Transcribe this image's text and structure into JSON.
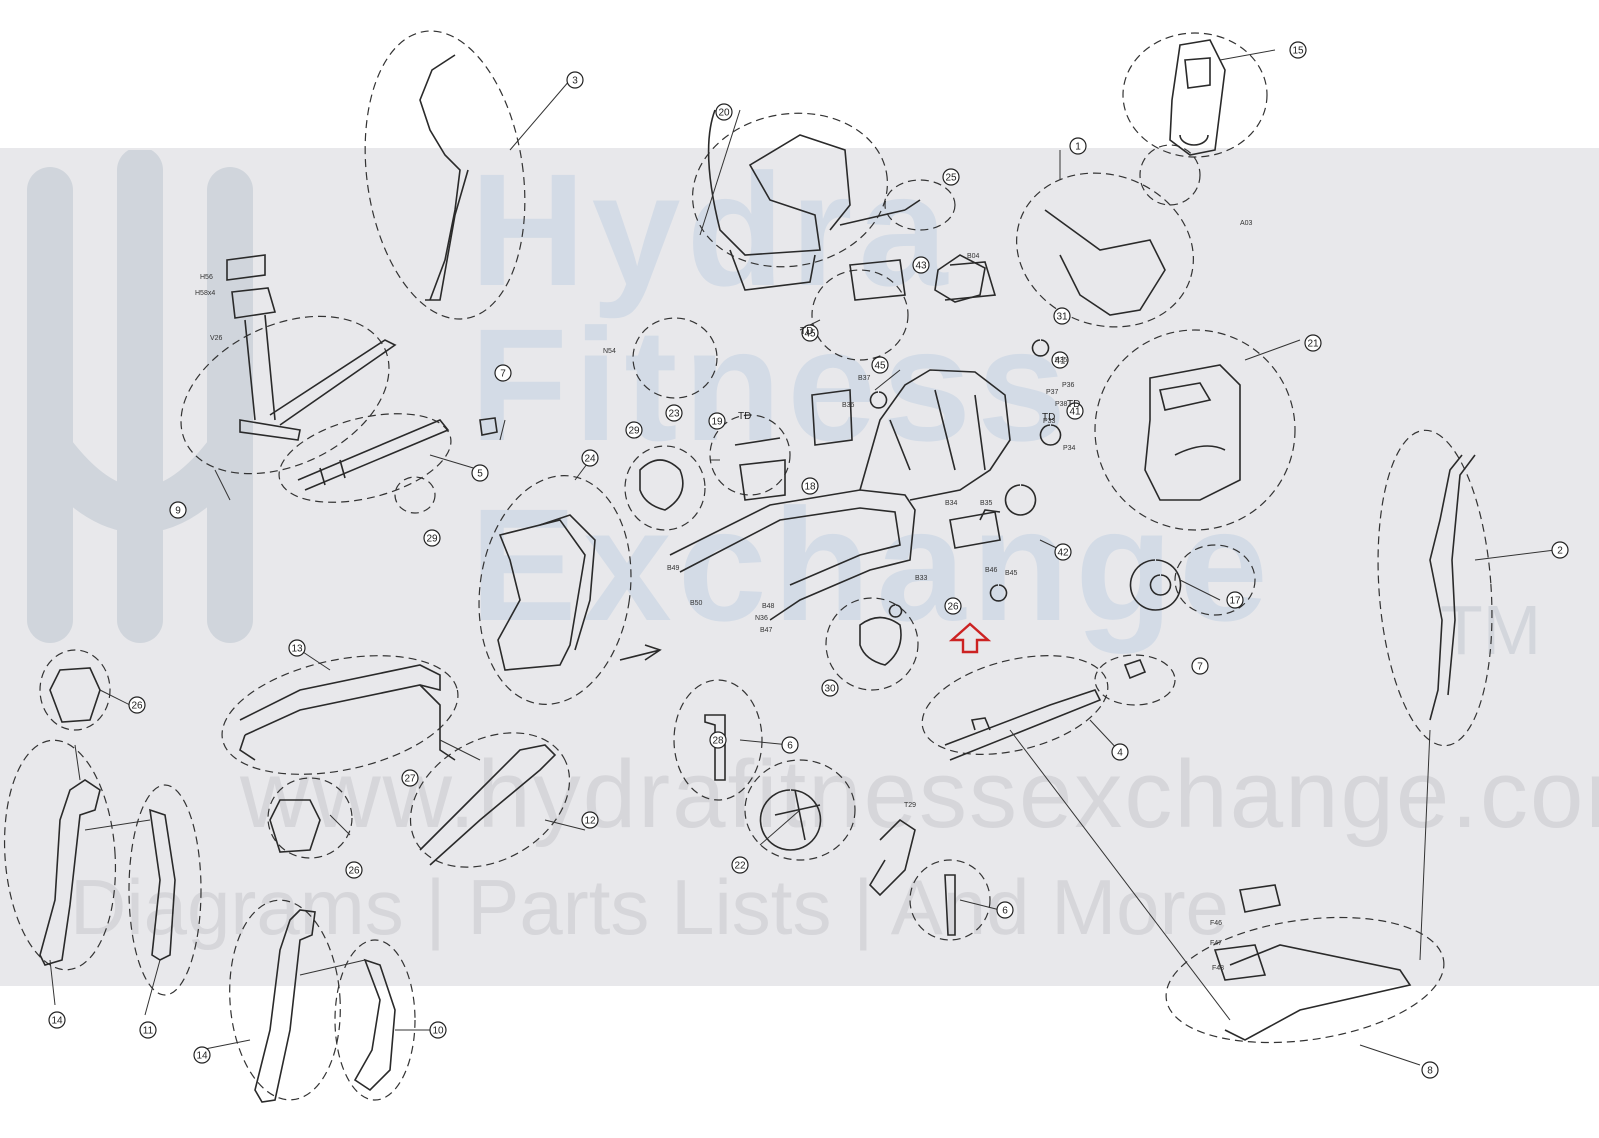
{
  "watermark": {
    "line1": "Hydra",
    "line2": "Fitness",
    "line3": "Exchange",
    "trademark": "TM",
    "url": "www.hydrafitnessexchange.com",
    "tagline": "Diagrams | Parts Lists | And More"
  },
  "callouts": [
    "1",
    "2",
    "3",
    "4",
    "5",
    "6",
    "6",
    "7",
    "7",
    "8",
    "9",
    "10",
    "11",
    "12",
    "13",
    "14",
    "14",
    "15",
    "17",
    "18",
    "19",
    "20",
    "21",
    "22",
    "23",
    "24",
    "25",
    "26",
    "26",
    "26",
    "27",
    "28",
    "29",
    "29",
    "30",
    "31",
    "41",
    "41",
    "42",
    "43",
    "45",
    "45"
  ],
  "small_labels": [
    "TD",
    "TD",
    "TD",
    "TD",
    "B37",
    "B36",
    "B34",
    "B33",
    "B35",
    "B46",
    "B45",
    "B47",
    "B48",
    "B49",
    "B50",
    "P33",
    "P34",
    "P35",
    "P36",
    "P37",
    "P38",
    "H56",
    "H58x4",
    "V26",
    "N54",
    "T29",
    "B04",
    "A03",
    "N36",
    "F46",
    "F47",
    "F48"
  ],
  "colors": {
    "line": "#2a2a2a",
    "band": "#e4e4e8",
    "watermark_text": "#d3dbe6",
    "arrow": "#cc2222"
  }
}
